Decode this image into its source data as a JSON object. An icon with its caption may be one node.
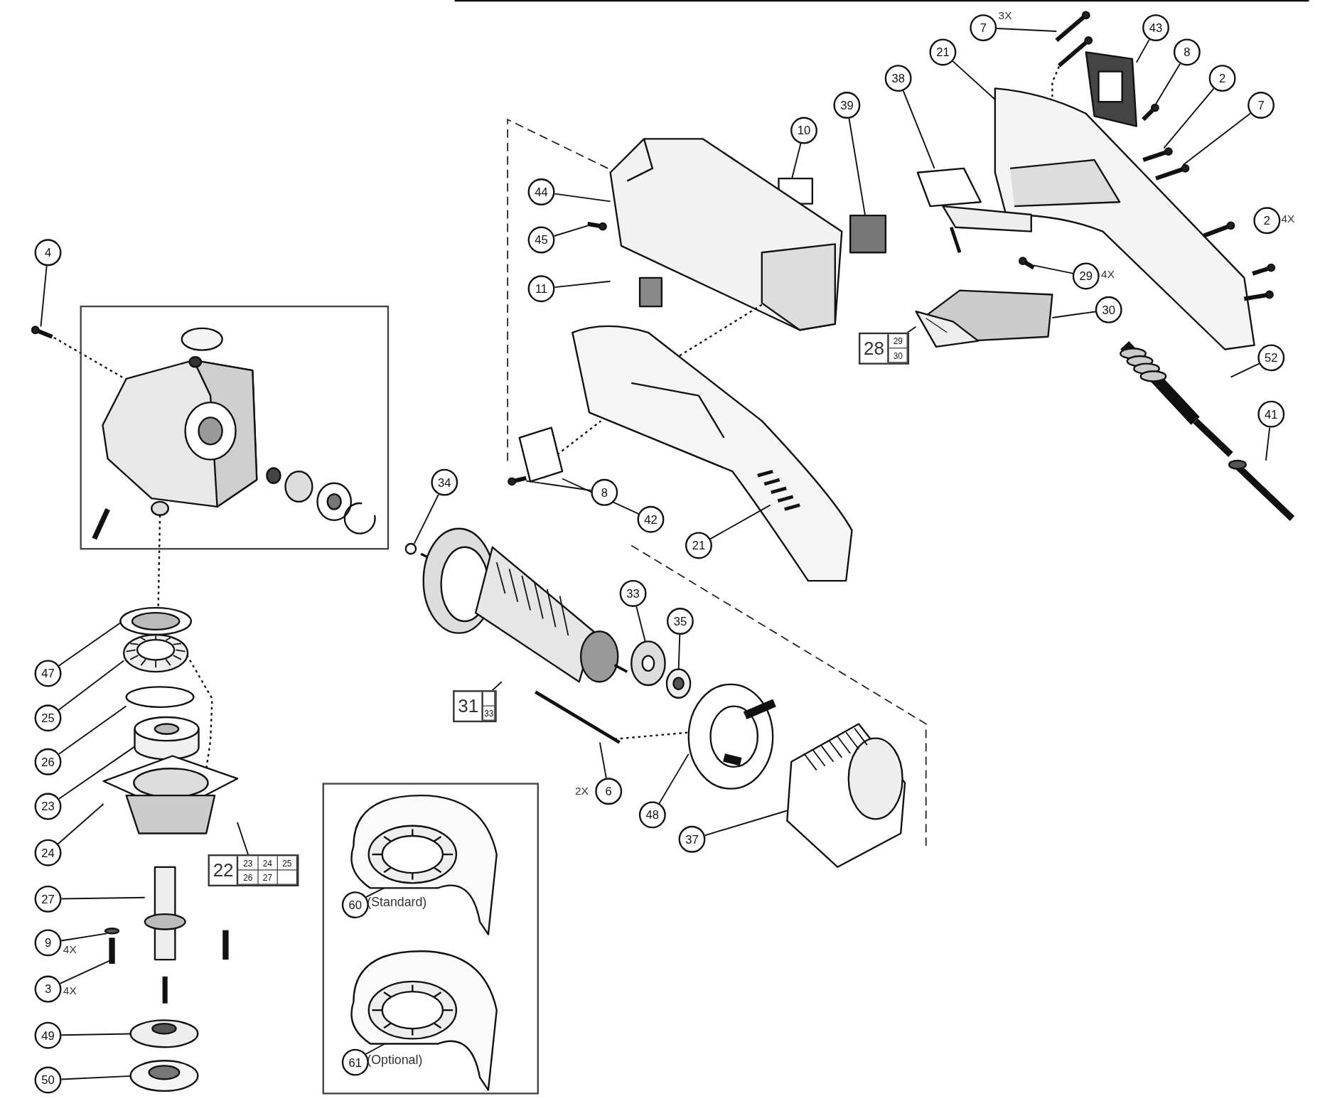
{
  "diagram": {
    "nodes": [
      {
        "text": [
          "7"
        ],
        "beside": [
          "3X"
        ]
      },
      {
        "text": [
          "43"
        ]
      },
      {
        "text": [
          "21"
        ]
      },
      {
        "text": [
          "8"
        ]
      },
      {
        "text": [
          "2"
        ]
      },
      {
        "text": [
          "7"
        ]
      },
      {
        "text": [
          "38"
        ]
      },
      {
        "text": [
          "39"
        ]
      },
      {
        "text": [
          "10"
        ]
      },
      {
        "text": [
          "44"
        ]
      },
      {
        "text": [
          "45"
        ]
      },
      {
        "text": [
          "11"
        ]
      },
      {
        "text": [
          "2"
        ],
        "beside": [
          "4X"
        ]
      },
      {
        "text": [
          "29"
        ],
        "beside": [
          "4X"
        ]
      },
      {
        "text": [
          "30"
        ]
      },
      {
        "text": [
          "28",
          "29",
          "30"
        ]
      },
      {
        "text": [
          "52"
        ]
      },
      {
        "text": [
          "41"
        ]
      },
      {
        "text": [
          "4"
        ]
      },
      {
        "text": [
          "34"
        ]
      },
      {
        "text": [
          "8"
        ]
      },
      {
        "text": [
          "42"
        ]
      },
      {
        "text": [
          "21"
        ]
      },
      {
        "text": [
          "33"
        ]
      },
      {
        "text": [
          "35"
        ]
      },
      {
        "text": [
          "31",
          "33"
        ]
      },
      {
        "text": [
          "6"
        ],
        "beside": [
          "2X"
        ]
      },
      {
        "text": [
          "48"
        ]
      },
      {
        "text": [
          "37"
        ]
      },
      {
        "text": [
          "47"
        ]
      },
      {
        "text": [
          "25"
        ]
      },
      {
        "text": [
          "26"
        ]
      },
      {
        "text": [
          "23"
        ]
      },
      {
        "text": [
          "24"
        ]
      },
      {
        "text": [
          "22",
          "23",
          "24",
          "25",
          "26",
          "27"
        ]
      },
      {
        "text": [
          "27"
        ]
      },
      {
        "text": [
          "9"
        ],
        "beside": [
          "4X"
        ]
      },
      {
        "text": [
          "3"
        ],
        "beside": [
          "4X"
        ]
      },
      {
        "text": [
          "49"
        ]
      },
      {
        "text": [
          "50"
        ]
      },
      {
        "text": [],
        "shape": "box"
      },
      {
        "text": [
          "60"
        ],
        "beside": [
          "(Standard)"
        ],
        "in": 40
      },
      {
        "text": [
          "61"
        ],
        "beside": [
          "(Optional)"
        ],
        "in": 40
      },
      {
        "text": [],
        "shape": "picture"
      },
      {
        "text": [],
        "shape": "picture"
      },
      {
        "text": [],
        "shape": "picture"
      },
      {
        "text": [],
        "shape": "picture"
      },
      {
        "text": [],
        "shape": "picture"
      },
      {
        "text": [],
        "shape": "picture"
      },
      {
        "text": [],
        "shape": "picture"
      },
      {
        "text": [],
        "shape": "box"
      },
      {
        "text": [],
        "shape": "box"
      },
      {
        "text": [],
        "shape": "picture"
      },
      {
        "text": [],
        "shape": "picture"
      },
      {
        "text": [],
        "shape": "picture"
      },
      {
        "text": [],
        "shape": "picture"
      },
      {
        "text": [],
        "shape": "picture"
      },
      {
        "text": [],
        "shape": "picture"
      },
      {
        "text": [],
        "shape": "picture"
      },
      {
        "text": [],
        "shape": "picture"
      },
      {
        "text": [],
        "shape": "picture"
      },
      {
        "text": [],
        "shape": "circle"
      },
      {
        "text": [],
        "shape": "picture"
      },
      {
        "text": [],
        "shape": "picture"
      },
      {
        "text": [],
        "shape": "picture"
      },
      {
        "text": [],
        "shape": "picture"
      },
      {
        "text": [],
        "shape": "picture"
      },
      {
        "text": [],
        "shape": "picture"
      },
      {
        "text": [],
        "shape": "picture"
      },
      {
        "text": [],
        "shape": "picture"
      },
      {
        "text": [],
        "shape": "picture"
      },
      {
        "text": [],
        "shape": "picture"
      },
      {
        "text": [],
        "shape": "picture"
      },
      {
        "text": [],
        "shape": "circle"
      },
      {
        "text": [],
        "shape": "cylinder"
      },
      {
        "text": [],
        "shape": "picture"
      },
      {
        "text": [],
        "shape": "picture"
      },
      {
        "text": [],
        "shape": "circle"
      },
      {
        "text": [],
        "shape": "picture"
      },
      {
        "text": [],
        "shape": "picture"
      },
      {
        "text": [],
        "shape": "picture"
      },
      {
        "text": [],
        "shape": "picture",
        "in": 40
      },
      {
        "text": [],
        "shape": "picture",
        "in": 40
      },
      {
        "text": [],
        "shape": "box"
      },
      {
        "text": [],
        "shape": "picture",
        "in": 83
      }
    ],
    "edges": [
      {
        "from": 0,
        "to": 43,
        "arrow": "none"
      },
      {
        "from": 1,
        "to": 44,
        "arrow": "none"
      },
      {
        "from": 2,
        "to": 45,
        "arrow": "none"
      },
      {
        "from": 3,
        "to": 46,
        "arrow": "none"
      },
      {
        "from": 4,
        "to": 47,
        "arrow": "none"
      },
      {
        "from": 5,
        "to": 48,
        "arrow": "none"
      },
      {
        "from": 6,
        "to": 49,
        "arrow": "none"
      },
      {
        "from": 7,
        "to": 50,
        "arrow": "none"
      },
      {
        "from": 8,
        "to": 51,
        "arrow": "none"
      },
      {
        "from": 9,
        "to": 52,
        "arrow": "none"
      },
      {
        "from": 10,
        "to": 53,
        "arrow": "none"
      },
      {
        "from": 11,
        "to": 52,
        "arrow": "none"
      },
      {
        "from": 12,
        "to": 54,
        "arrow": "none"
      },
      {
        "from": 13,
        "to": 55,
        "arrow": "none"
      },
      {
        "from": 14,
        "to": 56,
        "arrow": "none"
      },
      {
        "from": 15,
        "to": 57,
        "arrow": "none"
      },
      {
        "from": 16,
        "to": 58,
        "arrow": "none"
      },
      {
        "from": 17,
        "to": 59,
        "arrow": "none"
      },
      {
        "from": 18,
        "to": 60,
        "arrow": "none"
      },
      {
        "from": 19,
        "to": 61,
        "arrow": "none"
      },
      {
        "from": 20,
        "to": 62,
        "arrow": "none"
      },
      {
        "from": 21,
        "to": 63,
        "arrow": "none"
      },
      {
        "from": 22,
        "to": 64,
        "arrow": "none"
      },
      {
        "from": 23,
        "to": 65,
        "arrow": "none"
      },
      {
        "from": 24,
        "to": 66,
        "arrow": "none"
      },
      {
        "from": 25,
        "to": 67,
        "arrow": "none"
      },
      {
        "from": 26,
        "to": 68,
        "arrow": "none"
      },
      {
        "from": 27,
        "to": 69,
        "arrow": "none"
      },
      {
        "from": 28,
        "to": 70,
        "arrow": "none"
      },
      {
        "from": 29,
        "to": 71,
        "arrow": "none"
      },
      {
        "from": 30,
        "to": 72,
        "arrow": "none"
      },
      {
        "from": 31,
        "to": 73,
        "arrow": "none"
      },
      {
        "from": 32,
        "to": 74,
        "arrow": "none"
      },
      {
        "from": 33,
        "to": 75,
        "arrow": "none"
      },
      {
        "from": 34,
        "to": 75,
        "arrow": "none"
      },
      {
        "from": 35,
        "to": 76,
        "arrow": "none"
      },
      {
        "from": 36,
        "to": 77,
        "arrow": "none"
      },
      {
        "from": 37,
        "to": 78,
        "arrow": "none"
      },
      {
        "from": 38,
        "to": 79,
        "arrow": "none"
      },
      {
        "from": 39,
        "to": 80,
        "arrow": "none"
      },
      {
        "from": 41,
        "to": 81,
        "arrow": "none"
      },
      {
        "from": 42,
        "to": 82,
        "arrow": "none"
      },
      {
        "from": 43,
        "to": 45,
        "arrow": "none",
        "style": "dashed"
      },
      {
        "from": 52,
        "to": 64,
        "arrow": "none",
        "style": "dashed"
      },
      {
        "from": 63,
        "to": 64,
        "arrow": "none",
        "style": "dashed"
      },
      {
        "from": 60,
        "to": 84,
        "arrow": "none",
        "style": "dashed"
      },
      {
        "from": 84,
        "to": 71,
        "arrow": "none",
        "style": "dashed"
      },
      {
        "from": 72,
        "to": 75,
        "arrow": "none",
        "style": "dashed"
      },
      {
        "from": 68,
        "to": 69,
        "arrow": "none",
        "style": "dashed"
      }
    ]
  }
}
